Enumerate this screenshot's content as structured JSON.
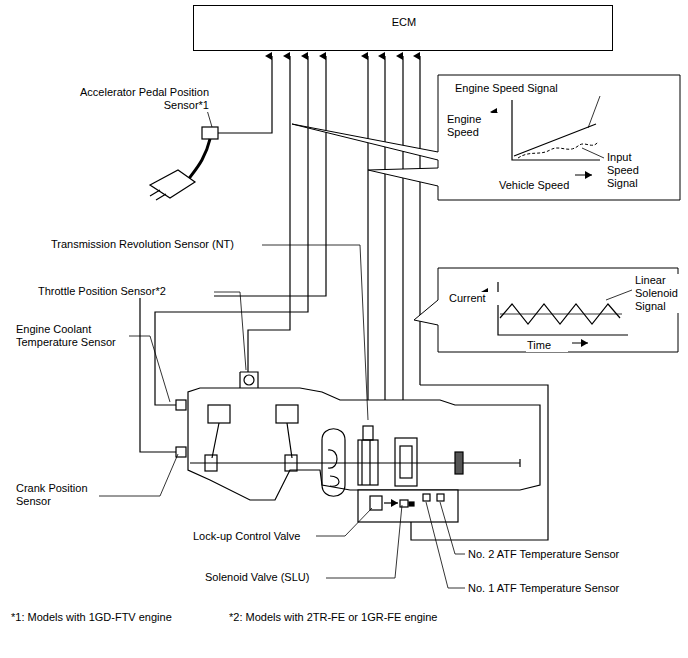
{
  "diagram": {
    "nodes": [
      {
        "text": [
          "ECM"
        ]
      },
      {
        "text": [
          "Engine Speed Signal",
          "Engine Speed",
          "Vehicle Speed",
          "Input Speed Signal"
        ]
      },
      {
        "text": [
          "Linear Solenoid Signal",
          "Current",
          "Time"
        ]
      }
    ],
    "labels": [
      "Accelerator Pedal Position Sensor*1",
      "Transmission Revolution Sensor (NT)",
      "Throttle Position Sensor*2",
      "Engine Coolant Temperature Sensor",
      "Crank Position Sensor",
      "Lock-up Control Valve",
      "Solenoid Valve (SLU)",
      "No. 2 ATF Temperature Sensor",
      "No. 1 ATF Temperature Sensor",
      "*1: Models with 1GD-FTV engine",
      "*2: Models with 2TR-FE or 1GR-FE engine"
    ]
  }
}
